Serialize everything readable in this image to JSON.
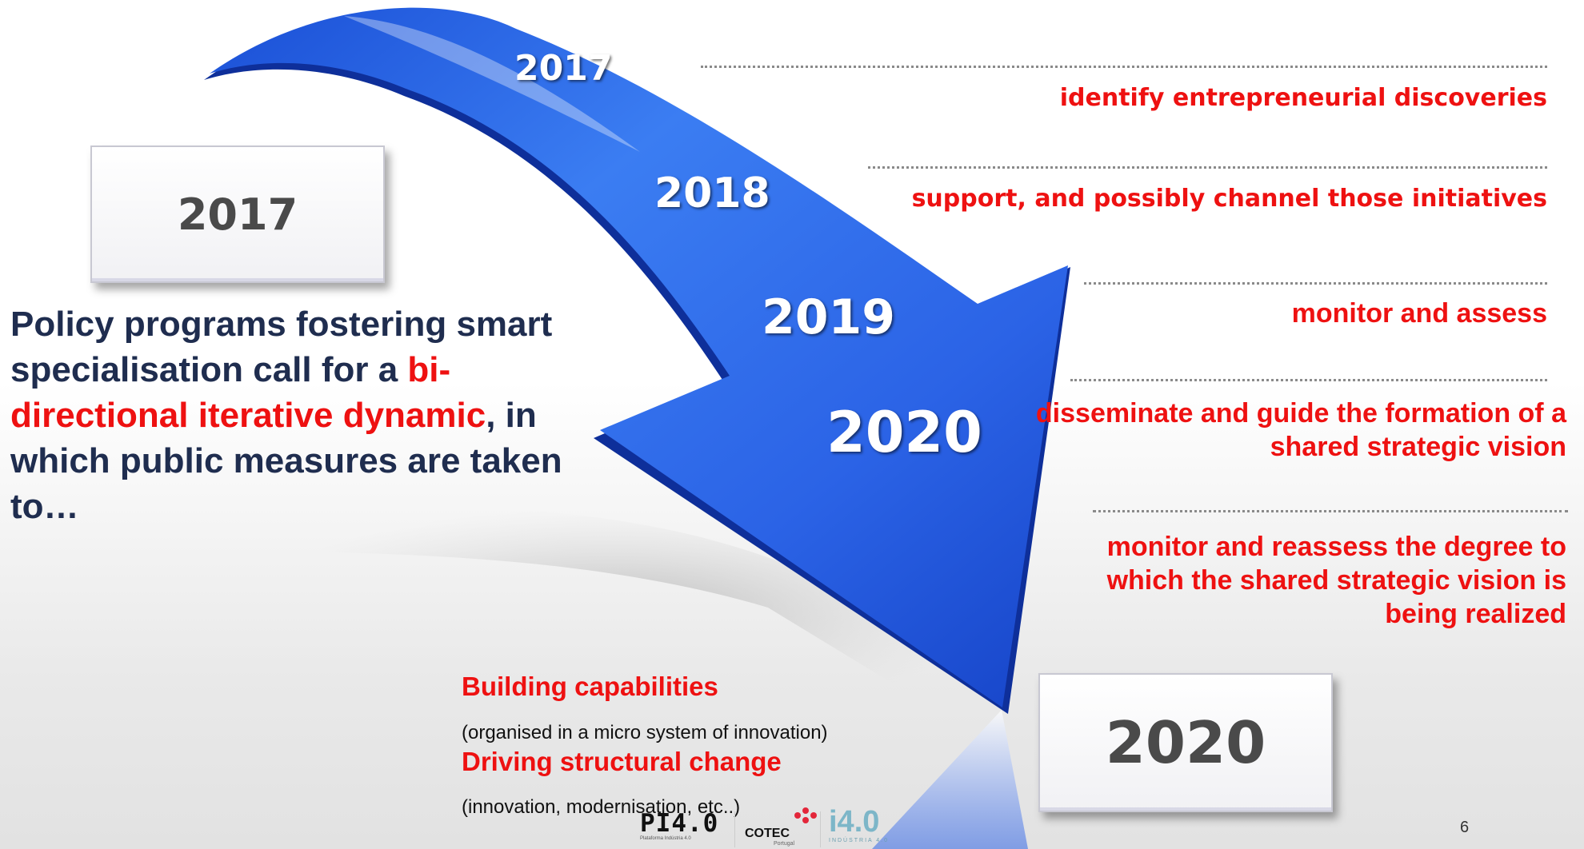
{
  "slide": {
    "left_box_year": "2017",
    "right_box_year": "2020",
    "arrow_years": [
      "2017",
      "2018",
      "2019",
      "2020"
    ],
    "intro": {
      "part1": "Policy programs fostering smart specialisation call for a ",
      "highlight": "bi- directional iterative dynamic",
      "part2": ", in which public measures are taken to…"
    },
    "actions": [
      "identify entrepreneurial discoveries",
      "support, and possibly channel those initiatives",
      "monitor and assess",
      "disseminate and guide the formation of a shared strategic vision",
      "monitor and reassess the degree to which the shared strategic vision is being realized"
    ],
    "capability": {
      "title1": "Building capabilities",
      "note1": "(organised in a micro system of  innovation)",
      "title2": "Driving structural change",
      "note2": "(innovation,  modernisation, etc..)"
    },
    "page_number": "6",
    "logos": {
      "pi40_text": "PI4.0",
      "pi40_sub": "Plataforma Indústria 4.0",
      "cotec_text": "COTEC",
      "cotec_sub": "Portugal",
      "i40_text": "i4.0",
      "i40_sub": "INDÚSTRIA 4.0"
    },
    "colors": {
      "arrow_blue": "#2f6fe8",
      "highlight_red": "#ee1111",
      "intro_navy": "#1f2d4f"
    }
  }
}
